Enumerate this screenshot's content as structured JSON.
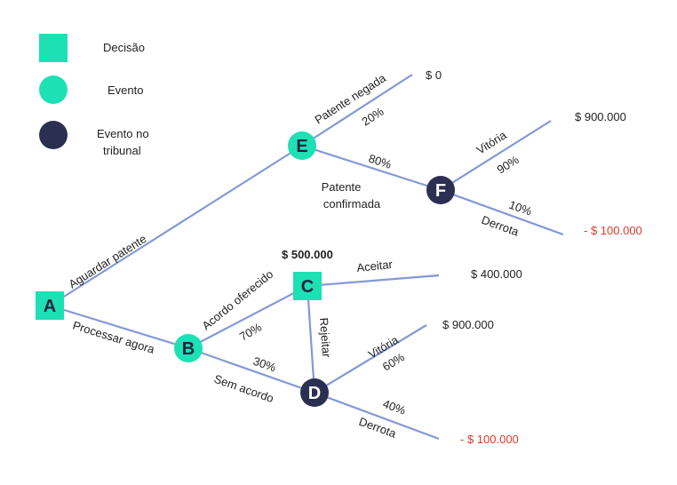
{
  "legend": {
    "decision": "Decisão",
    "event": "Evento",
    "court_event_line1": "Evento no",
    "court_event_line2": "tribunal"
  },
  "nodes": {
    "A": "A",
    "B": "B",
    "C": "C",
    "D": "D",
    "E": "E",
    "F": "F"
  },
  "edges": {
    "wait_patent": "Aguardar patente",
    "process_now": "Processar agora",
    "patent_denied": "Patente negada",
    "pct_20": "20%",
    "pct_80": "80%",
    "patent_confirmed_line1": "Patente",
    "patent_confirmed_line2": "confirmada",
    "victory_f": "Vitória",
    "pct_90": "90%",
    "pct_10": "10%",
    "defeat_f": "Derrota",
    "offer": "Acordo oferecido",
    "pct_70": "70%",
    "pct_30": "30%",
    "no_agreement": "Sem acordo",
    "accept": "Aceitar",
    "reject": "Rejeitar",
    "victory_d": "Vitória",
    "pct_60": "60%",
    "pct_40": "40%",
    "defeat_d": "Derrota"
  },
  "values": {
    "zero": "$ 0",
    "win_f": "$ 900.000",
    "loss_f": "- $ 100.000",
    "offer_amount": "$ 500.000",
    "accept_value": "$ 400.000",
    "win_d": "$ 900.000",
    "loss_d": "- $ 100.000"
  },
  "colors": {
    "decision": "#1de0b5",
    "event": "#1de0b5",
    "court_event": "#2b2f52",
    "edge": "#8398d6",
    "negative": "#d93a2b"
  }
}
